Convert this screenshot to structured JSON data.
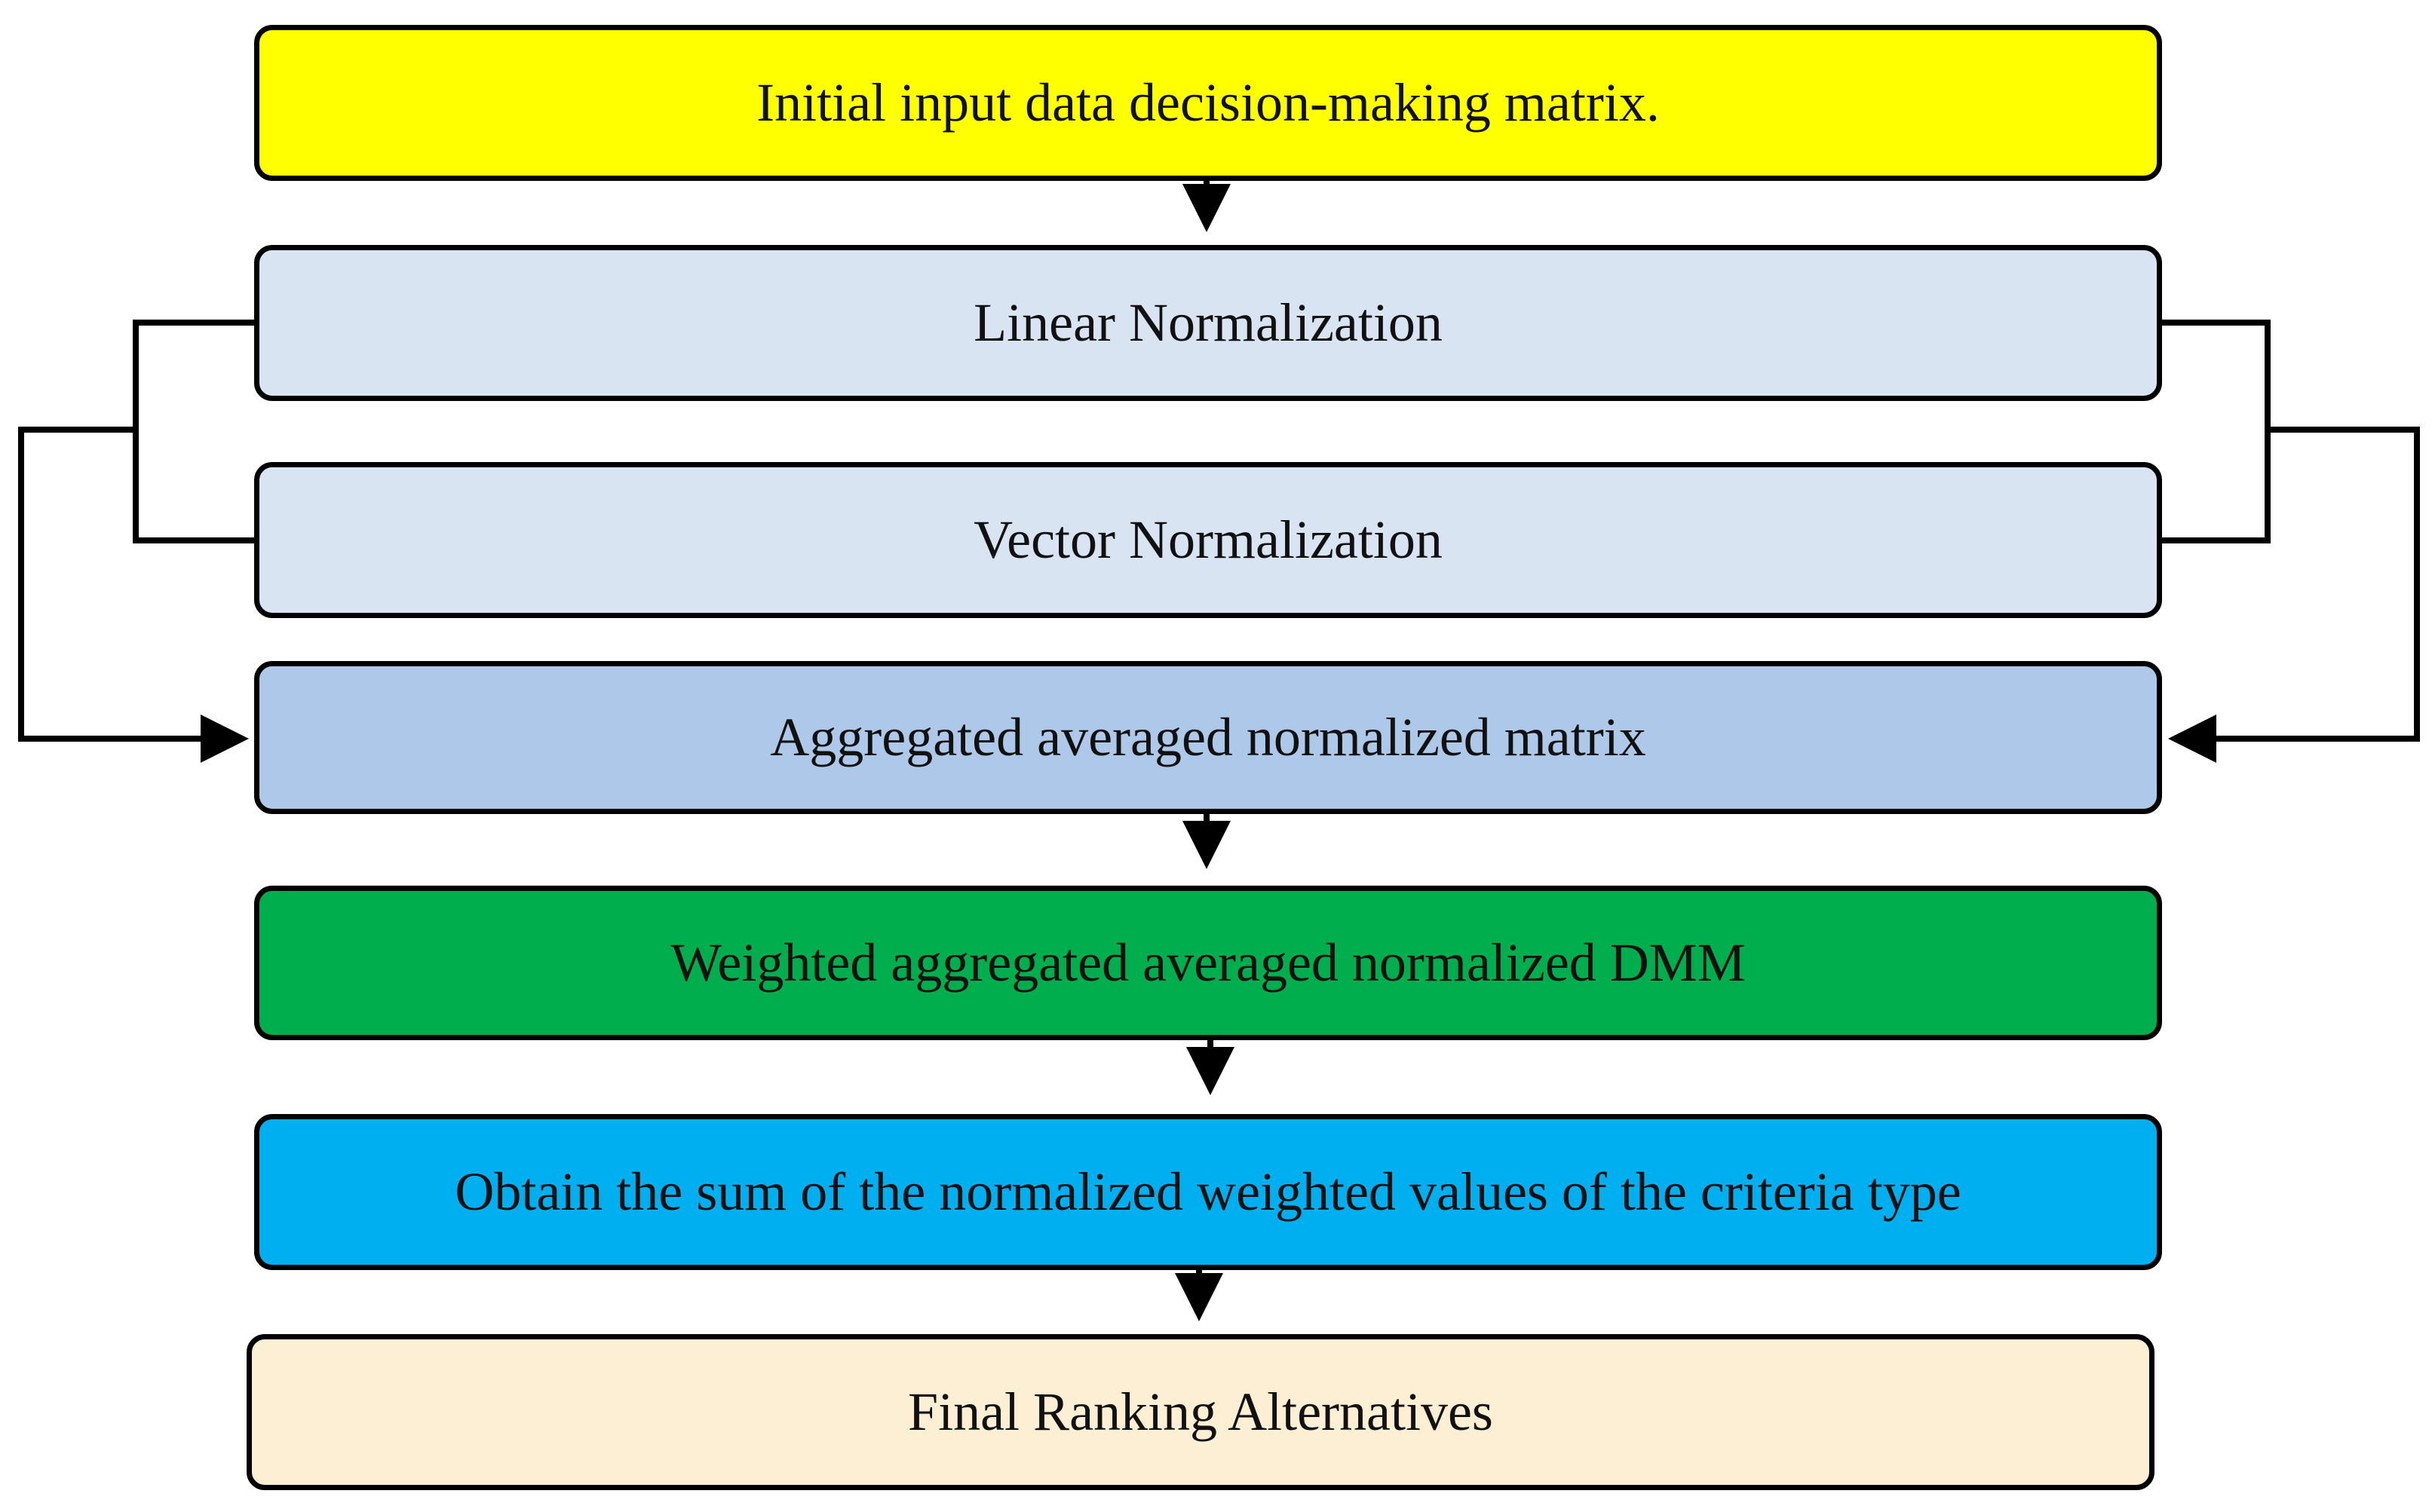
{
  "diagram": {
    "steps": [
      {
        "id": "initial-input",
        "label": "Initial input data decision-making matrix.",
        "color": "#FFFF00"
      },
      {
        "id": "linear-normalization",
        "label": "Linear Normalization",
        "color": "#D9E4F3"
      },
      {
        "id": "vector-normalization",
        "label": "Vector Normalization",
        "color": "#D9E4F3"
      },
      {
        "id": "aggregated-matrix",
        "label": "Aggregated averaged normalized matrix",
        "color": "#ADC8E8"
      },
      {
        "id": "weighted-dmm",
        "label": "Weighted aggregated averaged normalized DMM",
        "color": "#00AE4D"
      },
      {
        "id": "sum-weighted-values",
        "label": "Obtain the sum of the normalized weighted values of the criteria type",
        "color": "#00AFEF"
      },
      {
        "id": "final-ranking",
        "label": "Final Ranking Alternatives",
        "color": "#FDEFD3"
      }
    ],
    "line_color": "#000000"
  }
}
